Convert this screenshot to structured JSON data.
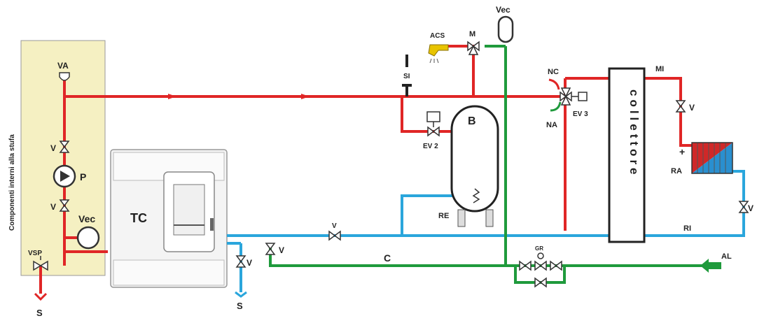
{
  "colors": {
    "hot": "#e02626",
    "cold": "#2aa6dc",
    "green": "#1f9a3c",
    "panel": "#f5f0c2",
    "outline": "#333333"
  },
  "labels": {
    "panel_vertical": "Componenti interni alla stufa",
    "va": "VA",
    "v": "V",
    "p": "P",
    "vec": "Vec",
    "vsp": "VSP",
    "s": "S",
    "tc": "TC",
    "acs": "ACS",
    "m": "M",
    "si": "SI",
    "ev2": "EV 2",
    "b": "B",
    "re": "RE",
    "nc": "NC",
    "na": "NA",
    "ev3": "EV 3",
    "collettore": "collettore",
    "mi": "MI",
    "ra": "RA",
    "ri": "RI",
    "c": "C",
    "gr": "GR",
    "al": "AL",
    "plus": "+"
  }
}
